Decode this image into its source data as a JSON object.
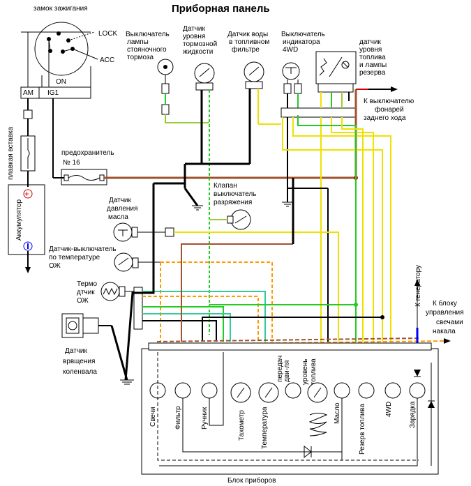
{
  "title": "Приборная панель",
  "labels": {
    "ignition": "замок зажигания",
    "lock": "LOCK",
    "acc": "ACC",
    "on": "ON",
    "am": "AM",
    "ig1": "IG1",
    "fusible": "плавкая вставка",
    "battery": "Аккумулятор",
    "fuse_line1": "предохранитель",
    "fuse_line2": "№ 16",
    "park_brake_sw": [
      "Выключатель",
      "лампы",
      "стояночного",
      "тормоза"
    ],
    "brake_fluid": [
      "Датчик",
      "уровня",
      "тормозной",
      "жидкости"
    ],
    "water_filter": [
      "Датчик воды",
      "в топливном",
      "фильтре"
    ],
    "fourwd_sw": [
      "Выключатель",
      "индикатора",
      "4WD"
    ],
    "fuel_level": [
      "датчик",
      "уровня",
      "топлива",
      "и лампы",
      "резерва"
    ],
    "reverse": [
      "К выключателю",
      "фонарей",
      "заднего хода"
    ],
    "vacuum_valve": [
      "Клапан",
      "выключатель",
      "разряжения"
    ],
    "oil_pressure": [
      "Датчик",
      "давления",
      "масла"
    ],
    "coolant_temp_sw": [
      "Датчик-выключатель",
      "по температуре",
      "ОЖ"
    ],
    "thermo": [
      "Термо",
      "дтчик",
      "ОЖ"
    ],
    "crank": [
      "Датчик",
      "врвщения",
      "коленвала"
    ],
    "to_generator": "К генератору",
    "to_glow": [
      "К блоку",
      "управления",
      "свечами",
      "накала"
    ],
    "cluster": "Блок приборов",
    "gauges": [
      "Свечи",
      "Фильтр",
      "Ручник",
      "Тахометр",
      "Температура",
      "передач",
      "дви-ля",
      "уровень",
      "топлива",
      "Масло",
      "Резерв топлива",
      "4WD",
      "Зарядка"
    ]
  },
  "colors": {
    "black": "#000000",
    "brown": "#a0522d",
    "yellow": "#f0e000",
    "green": "#22cc22",
    "orange": "#ff9900",
    "red": "#cc0000",
    "blue": "#0000ff",
    "cyan_green": "#33cc99"
  },
  "icons": [
    "plus-terminal-icon",
    "minus-terminal-icon",
    "ground-icon",
    "gauge-icon",
    "diode-icon",
    "arrow-icon"
  ]
}
